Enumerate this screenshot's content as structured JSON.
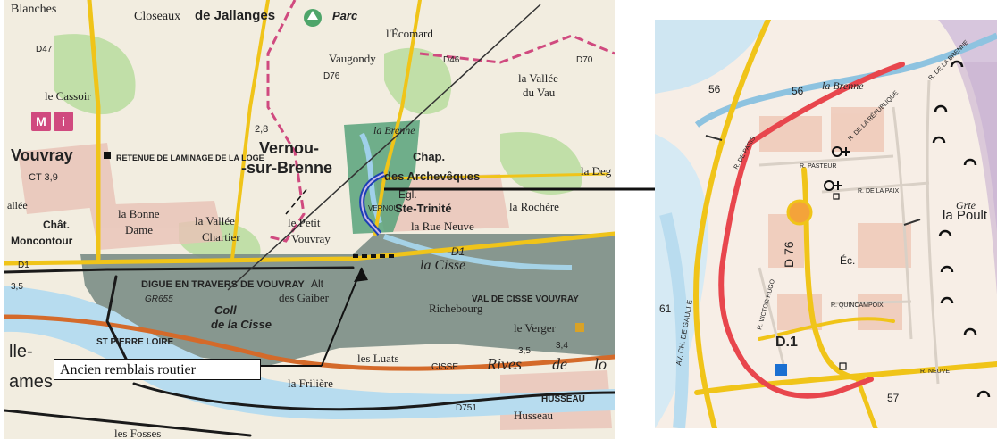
{
  "left_map": {
    "labels": {
      "blanches": "Blanches",
      "closeaux": "Closeaux",
      "jallanges": "de Jallanges",
      "parc": "Parc",
      "ecomard": "l'Écomard",
      "vaugondy": "Vaugondy",
      "d46": "D46",
      "d76_top": "D76",
      "d70": "D70",
      "vallee_vau": "la Vallée",
      "vallee_vau2": "du Vau",
      "cassoir": "le Cassoir",
      "tourist_m": "M",
      "tourist_i": "i",
      "vouvray": "Vouvray",
      "retenue": "RETENUE DE LAMINAGE DE LA LOGE",
      "ct": "CT 3,9",
      "elev28": "2,8",
      "vernou1": "Vernou-",
      "vernou2": "-sur-Brenne",
      "la_brenne": "la Brenne",
      "chap": "Chap.",
      "archeveques": "des Archevêques",
      "egl": "Égl.",
      "ste_trinite": "Ste-Trinité",
      "vernou_small": "VERNOU",
      "rue_neuve": "la Rue Neuve",
      "rochere": "la Rochère",
      "deg": "la Deg",
      "chat": "Chât.",
      "moncontour": "Moncontour",
      "bonne_dame1": "la Bonne",
      "bonne_dame2": "Dame",
      "vallee_chartier1": "la Vallée",
      "vallee_chartier2": "Chartier",
      "petit_vouvray1": "le Petit",
      "petit_vouvray2": "Vouvray",
      "d1": "D1",
      "d1_left": "D1",
      "la_cisse": "la Cisse",
      "digue": "DIGUE EN TRAVERS DE VOUVRAY",
      "alt": "Alt",
      "gaiber": "des Gaiber",
      "gr": "GR655",
      "coll1": "Coll",
      "coll2": "de la Cisse",
      "val_de_cisse": "VAL DE CISSE VOUVRAY",
      "richebourg": "Richebourg",
      "verger": "le Verger",
      "st_pierre": "ST PIERRE LOIRE",
      "luats": "les Luats",
      "cisse": "CISSE",
      "rives": "Rives",
      "de": "de",
      "lo": "lo",
      "friliere": "la Frilière",
      "husseau_caps": "HUSSEAU",
      "husseau": "Husseau",
      "fosses": "les Fosses",
      "elev34": "3,4",
      "elev35": "3,5",
      "elev31": "3,5",
      "d751": "D751",
      "lle": "lle-",
      "ames": "ames",
      "allee": "allée",
      "d47": "D47"
    },
    "callout": "Ancien remblais routier"
  },
  "right_map": {
    "labels": {
      "n56a": "56",
      "n56b": "56",
      "la_brenne": "la Brenne",
      "n61": "61",
      "n57": "57",
      "d76": "D 76",
      "d1": "D.1",
      "ec": "Éc.",
      "grte": "Grte",
      "la_poult": "la Poult",
      "r_pasteur": "R. PASTEUR",
      "r_paix": "R. DE LA PAIX",
      "r_republique": "R. DE LA RÉPUBLIQUE",
      "r_quincampoix": "R. QUINCAMPOIX",
      "r_neuve": "R. NEUVE",
      "av_gaulle": "AV. CH. DE GAULLE",
      "r_victor_hugo": "R. VICTOR HUGO",
      "r_paris": "R. DE PARIS",
      "r_brenne": "R. DE LA BRENNE"
    }
  },
  "colors": {
    "map_bg": "#f4efe0",
    "river": "#9fd0ea",
    "loire": "#b7dcef",
    "road_yellow": "#f0c419",
    "road_orange": "#e58a2c",
    "highlight_red": "#e8464d",
    "flood_zone": "#7d8e86",
    "forest_green": "#9fcf8f",
    "boundary_pink": "#d04a7f",
    "urban": "#e8b8b0"
  },
  "icons": [
    "museum-icon",
    "info-icon",
    "church-icon",
    "school-icon",
    "bus-icon",
    "tree-icon"
  ]
}
